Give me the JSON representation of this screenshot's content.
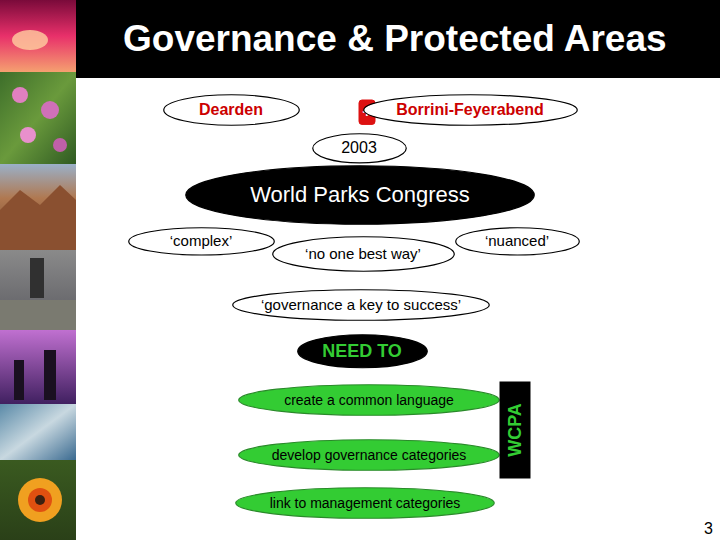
{
  "diagram": {
    "title": "Governance & Protected Areas",
    "nodes": [
      {
        "text": [
          "Dearden"
        ]
      },
      {
        "text": [
          "+"
        ]
      },
      {
        "text": [
          "Borrini-Feyerabend"
        ]
      },
      {
        "text": [
          "2003"
        ]
      },
      {
        "text": [
          "World Parks Congress"
        ]
      },
      {
        "text": [
          "‘complex’"
        ]
      },
      {
        "text": [
          "‘no one best way’"
        ]
      },
      {
        "text": [
          "‘nuanced’"
        ]
      },
      {
        "text": [
          "‘governance a key to success’"
        ]
      },
      {
        "text": [
          "NEED TO"
        ]
      },
      {
        "text": [
          "create a common language"
        ]
      },
      {
        "text": [
          "develop governance categories"
        ]
      },
      {
        "text": [
          "link to management categories"
        ]
      },
      {
        "text": [
          "WCPA"
        ]
      }
    ],
    "labels": [
      "3"
    ]
  }
}
